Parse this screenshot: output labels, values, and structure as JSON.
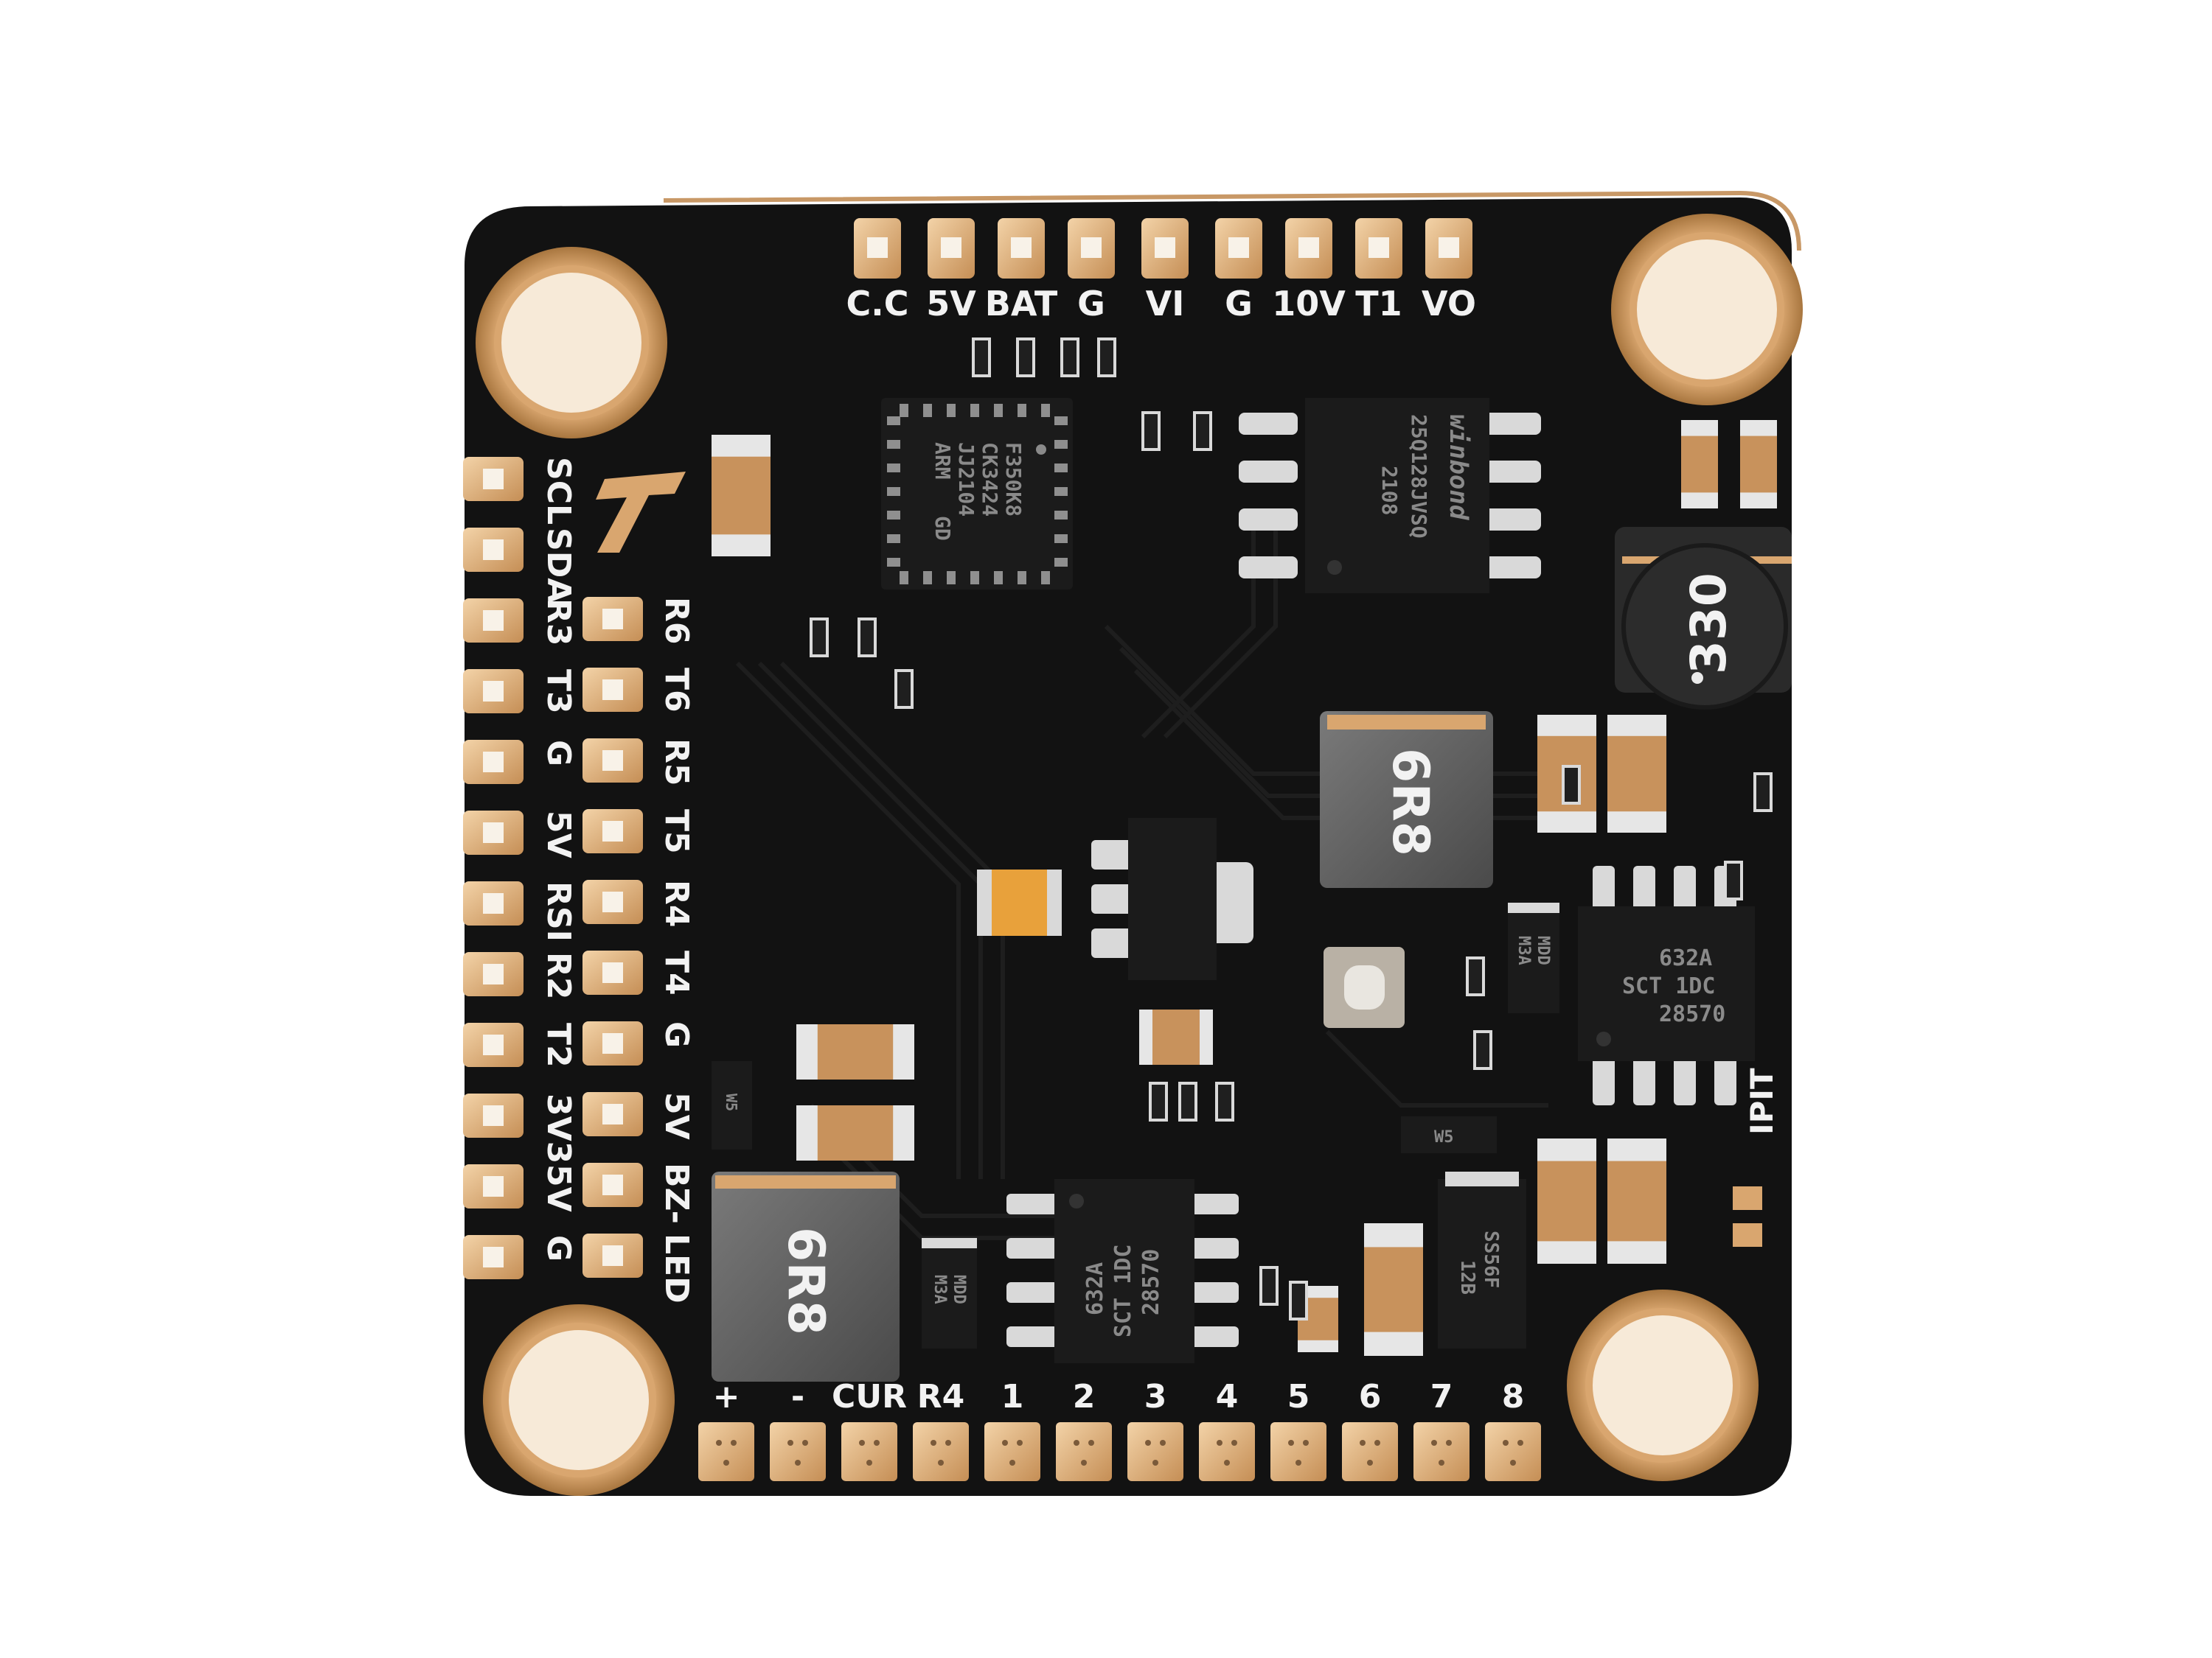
{
  "colors": {
    "background": "#ffffff",
    "pcb": "#121212",
    "gold": "#d9a66f",
    "gold_dark": "#9c6a3c",
    "silkscreen": "#f2f2f2",
    "chip": "#1b1b1b",
    "inductor": "#5c5c5c",
    "capacitor": "#d2a06a"
  },
  "board": {
    "top_labels": [
      "C.C",
      "5V",
      "BAT",
      "G",
      "VI",
      "G",
      "10V",
      "T1",
      "VO"
    ],
    "left_outer_labels": [
      "SCL",
      "SDA",
      "R3",
      "T3",
      "G",
      "5V",
      "RSI",
      "R2",
      "T2",
      "3V3",
      "5V",
      "G"
    ],
    "left_inner_labels": [
      "R6",
      "T6",
      "R5",
      "T5",
      "R4",
      "T4",
      "G",
      "5V",
      "BZ-",
      "LED"
    ],
    "bottom_labels": [
      "+",
      "-",
      "CUR",
      "R4",
      "1",
      "2",
      "3",
      "4",
      "5",
      "6",
      "7",
      "8"
    ],
    "side_label": "IPIT",
    "logo_icon": "t-motor-logo-icon",
    "chips": {
      "mcu": [
        "F350K8",
        "CK3424",
        "JJ2104",
        "ARM",
        "GD"
      ],
      "flash": [
        "winbond",
        "25Q128JVSQ",
        "2108"
      ],
      "regulator_right": [
        "632A",
        "SCT 1DC",
        "28570"
      ],
      "regulator_bottom": [
        "632A",
        "SCT 1DC",
        "28570"
      ],
      "diode_right": [
        "MDD",
        "M3A"
      ],
      "diode_bottom": [
        "MDD",
        "M3A"
      ],
      "diode_schottky": [
        "SS56F",
        "12B"
      ],
      "diode_small": [
        "W5"
      ]
    },
    "inductors": [
      "330",
      "6R8",
      "6R8"
    ]
  }
}
